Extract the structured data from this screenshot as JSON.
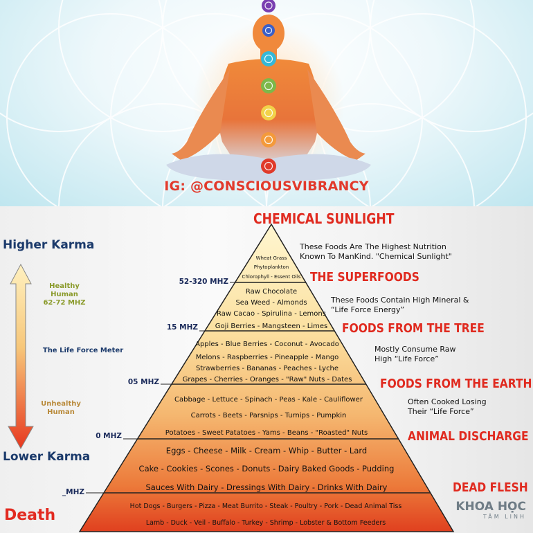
{
  "header": {
    "ig_handle": "IG: @CONSCIOUSVIBRANCY"
  },
  "colors": {
    "title_red": "#e02a1f",
    "karma_blue": "#1b3a6b",
    "healthy_green": "#8a9a2a",
    "unhealthy_orange": "#b98a3a"
  },
  "karma": {
    "higher": "Higher Karma",
    "lower": "Lower Karma",
    "death": "Death",
    "healthy": [
      "Healthy",
      "Human",
      "62-72 MHZ"
    ],
    "meter": "The Life Force Meter",
    "unhealthy": [
      "Unhealthy",
      "Human"
    ]
  },
  "levels": [
    {
      "title": "CHEMICAL SUNLIGHT",
      "description": [
        "These Foods Are The Highest Nutrition",
        "Known To ManKind.  \"Chemical Sunlight\""
      ],
      "foods": [
        "Wheat Grass",
        "Phytoplankton",
        "Chlorophyll - Essent Oils"
      ],
      "mhz": "52-320 MHZ"
    },
    {
      "title": "THE SUPERFOODS",
      "description": [
        "These Foods Contain High Mineral &",
        "“Life Force Energy”"
      ],
      "foods": [
        "Raw Chocolate",
        "Sea Weed - Almonds",
        "Raw Cacao - Spirulina - Lemons",
        "Goji Berries - Mangsteen - Limes"
      ],
      "mhz": "15 MHZ"
    },
    {
      "title": "FOODS FROM THE TREE",
      "description": [
        "Mostly Consume Raw",
        "High “Life Force”"
      ],
      "foods": [
        "Apples - Blue Berries - Coconut - Avocado",
        "Melons - Raspberries - Pineapple - Mango",
        "Strawberries - Bananas - Peaches - Lyche",
        "Grapes - Cherries - Oranges - \"Raw\" Nuts - Dates"
      ],
      "mhz": "05 MHZ"
    },
    {
      "title": "FOODS FROM THE EARTH",
      "description": [
        "Often Cooked Losing",
        "Their “Life Force”"
      ],
      "foods": [
        "Cabbage - Lettuce - Spinach - Peas - Kale - Cauliflower",
        "Carrots - Beets - Parsnips - Turnips - Pumpkin",
        "Potatoes - Sweet Patatoes - Yams - Beans - \"Roasted\" Nuts"
      ],
      "mhz": "0 MHZ"
    },
    {
      "title": "ANIMAL DISCHARGE",
      "description": [],
      "foods": [
        "Eggs - Cheese - Milk - Cream - Whip - Butter - Lard",
        "Cake - Cookies - Scones - Donuts - Dairy Baked Goods - Pudding",
        "Sauces With Dairy - Dressings With Dairy - Drinks With Dairy"
      ],
      "mhz": "_MHZ"
    },
    {
      "title": "DEAD FLESH",
      "description": [],
      "foods": [
        "Hot Dogs - Burgers - Pizza - Meat Burrito - Steak - Poultry - Pork - Dead Animal Tiss",
        "Lamb - Duck - Veil - Buffalo - Turkey - Shrimp - Lobster & Bottom Feeders"
      ],
      "mhz": ""
    }
  ],
  "watermark": {
    "line1": "KHOA HỌC",
    "line2": "TÂM LINH"
  }
}
